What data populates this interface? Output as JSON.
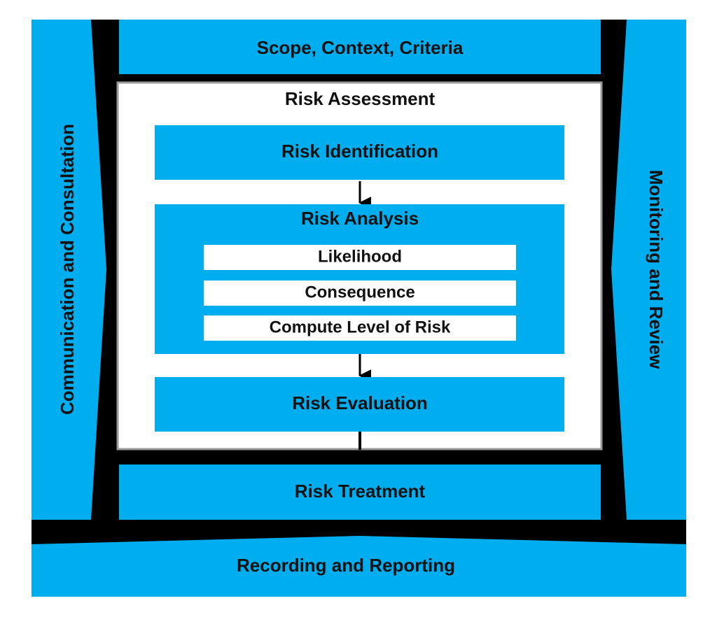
{
  "colors": {
    "blue": "#00AEEF",
    "frame": "#000000",
    "panel": "#FFFFFF",
    "panel_border": "#9A9A9A",
    "text": "#111111"
  },
  "nodes": {
    "left_band": "Communication and Consultation",
    "right_band": "Monitoring and Review",
    "top": "Scope, Context, Criteria",
    "assessment": "Risk Assessment",
    "identification": "Risk Identification",
    "analysis": "Risk Analysis",
    "analysis_items": [
      "Likelihood",
      "Consequence",
      "Compute Level of Risk"
    ],
    "evaluation": "Risk Evaluation",
    "treatment": "Risk Treatment",
    "bottom": "Recording and Reporting"
  },
  "edges": [
    {
      "from": "Risk Identification",
      "to": "Risk Analysis",
      "arrow": true
    },
    {
      "from": "Risk Analysis",
      "to": "Risk Evaluation",
      "arrow": true
    },
    {
      "from": "Risk Evaluation",
      "to": "Risk Treatment",
      "arrow": false
    }
  ]
}
